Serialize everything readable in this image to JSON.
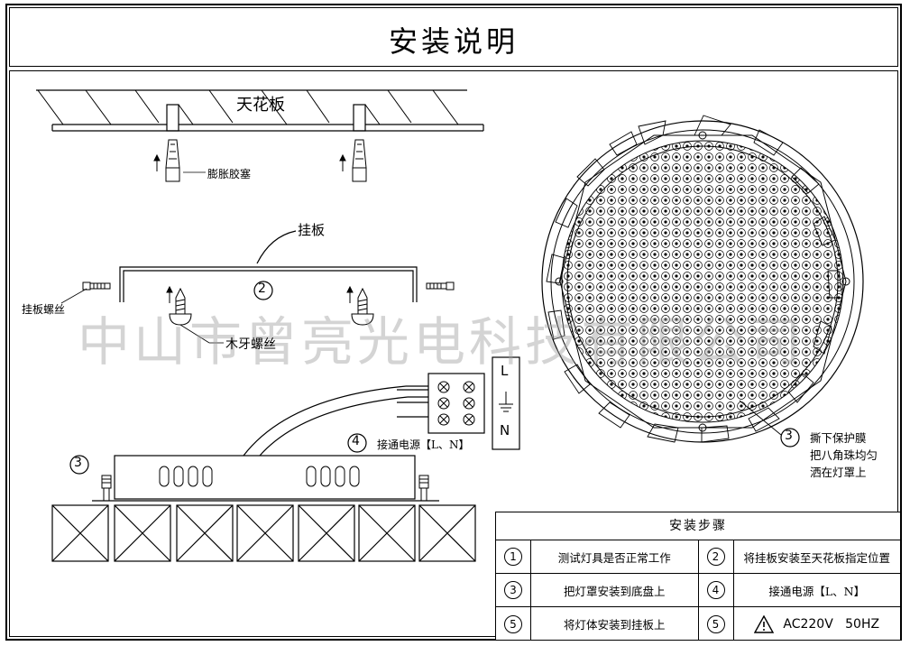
{
  "title": "安装说明",
  "labels": {
    "ceiling": "天花板",
    "anchor": "膨胀胶塞",
    "hanger_plate": "挂板",
    "hanger_screw": "挂板螺丝",
    "wood_screw": "木牙螺丝",
    "power": "接通电源【L、N】",
    "terminal_L": "L",
    "terminal_N": "N",
    "tear_film_1": "撕下保护膜",
    "tear_film_2": "把八角珠均匀",
    "tear_film_3": "洒在灯罩上",
    "step_num_2": "2",
    "step_num_3_left": "3",
    "step_num_4": "4",
    "step_num_3_right": "3"
  },
  "watermark": "中山市曾亮光电科技有限公司",
  "steps": {
    "header": "安装步骤",
    "rows": [
      {
        "n1": "1",
        "t1": "测试灯具是否正常工作",
        "n2": "2",
        "t2": "将挂板安装至天花板指定位置"
      },
      {
        "n1": "3",
        "t1": "把灯罩安装到底盘上",
        "n2": "4",
        "t2": "接通电源【L、N】"
      },
      {
        "n1": "5",
        "t1": "将灯体安装到挂板上",
        "n2": "5",
        "t2": "AC220V   50HZ"
      }
    ],
    "warning_icon": "warning-triangle-icon"
  }
}
